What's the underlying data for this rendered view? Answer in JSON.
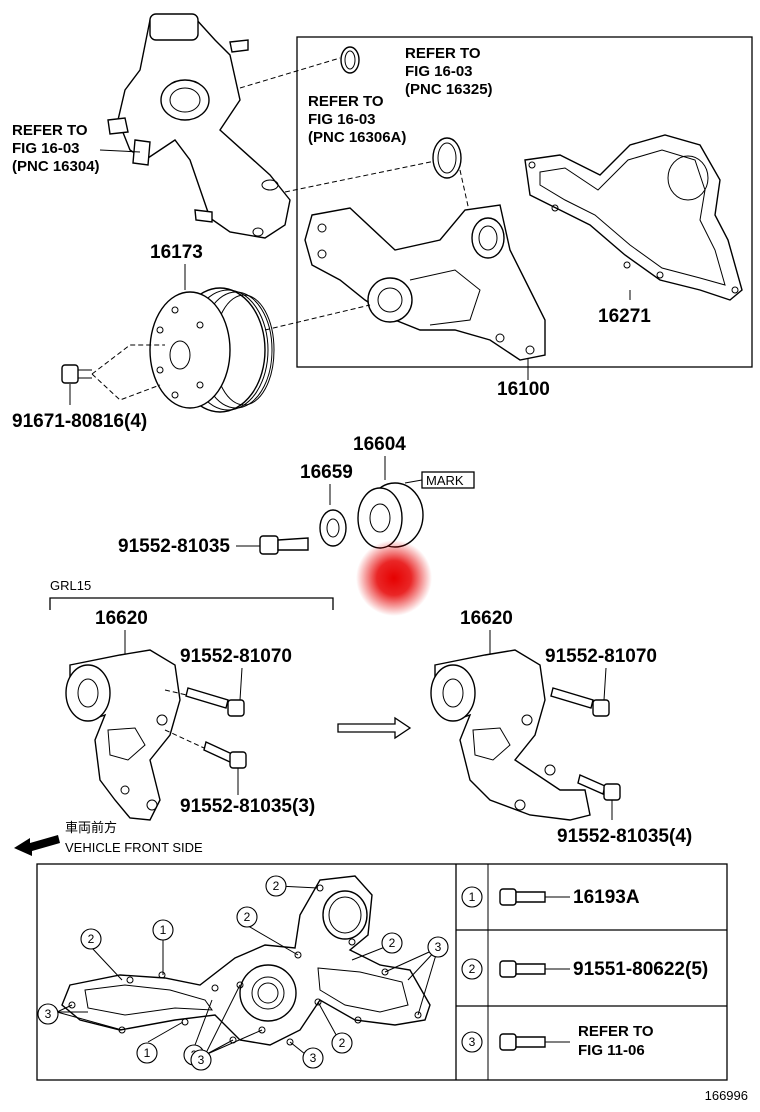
{
  "refs": {
    "water_outlet": [
      "REFER TO",
      "FIG 16-03",
      "(PNC 16304)"
    ],
    "gasket_upper": [
      "REFER TO",
      "FIG 16-03",
      "(PNC 16325)"
    ],
    "oring": [
      "REFER TO",
      "FIG 16-03",
      "(PNC 16306A)"
    ]
  },
  "parts": {
    "pulley": "16173",
    "pump_gasket": "16271",
    "water_pump": "16100",
    "pulley_bolt": "91671-80816(4)",
    "idler": "16604",
    "mark_label": "MARK",
    "washer": "16659",
    "idler_bolt": "91552-81035",
    "grl15_label": "GRL15",
    "tensioner_left": "16620",
    "tensioner_right": "16620",
    "bolt_81070_left": "91552-81070",
    "bolt_81035_left": "91552-81035(3)",
    "bolt_81070_right": "91552-81070",
    "bolt_81035_right": "91552-81035(4)"
  },
  "vehicle_front": {
    "jp": "車両前方",
    "en": "VEHICLE FRONT SIDE"
  },
  "legend": [
    {
      "num": "1",
      "text": [
        "16193A"
      ]
    },
    {
      "num": "2",
      "text": [
        "91551-80622(5)"
      ]
    },
    {
      "num": "3",
      "text": [
        "REFER TO",
        "FIG 11-06"
      ]
    }
  ],
  "callout_numbers": [
    "1",
    "2",
    "3"
  ],
  "figure_id": "166996",
  "colors": {
    "line": "#000000",
    "background": "#ffffff",
    "marker": "#e60000"
  }
}
